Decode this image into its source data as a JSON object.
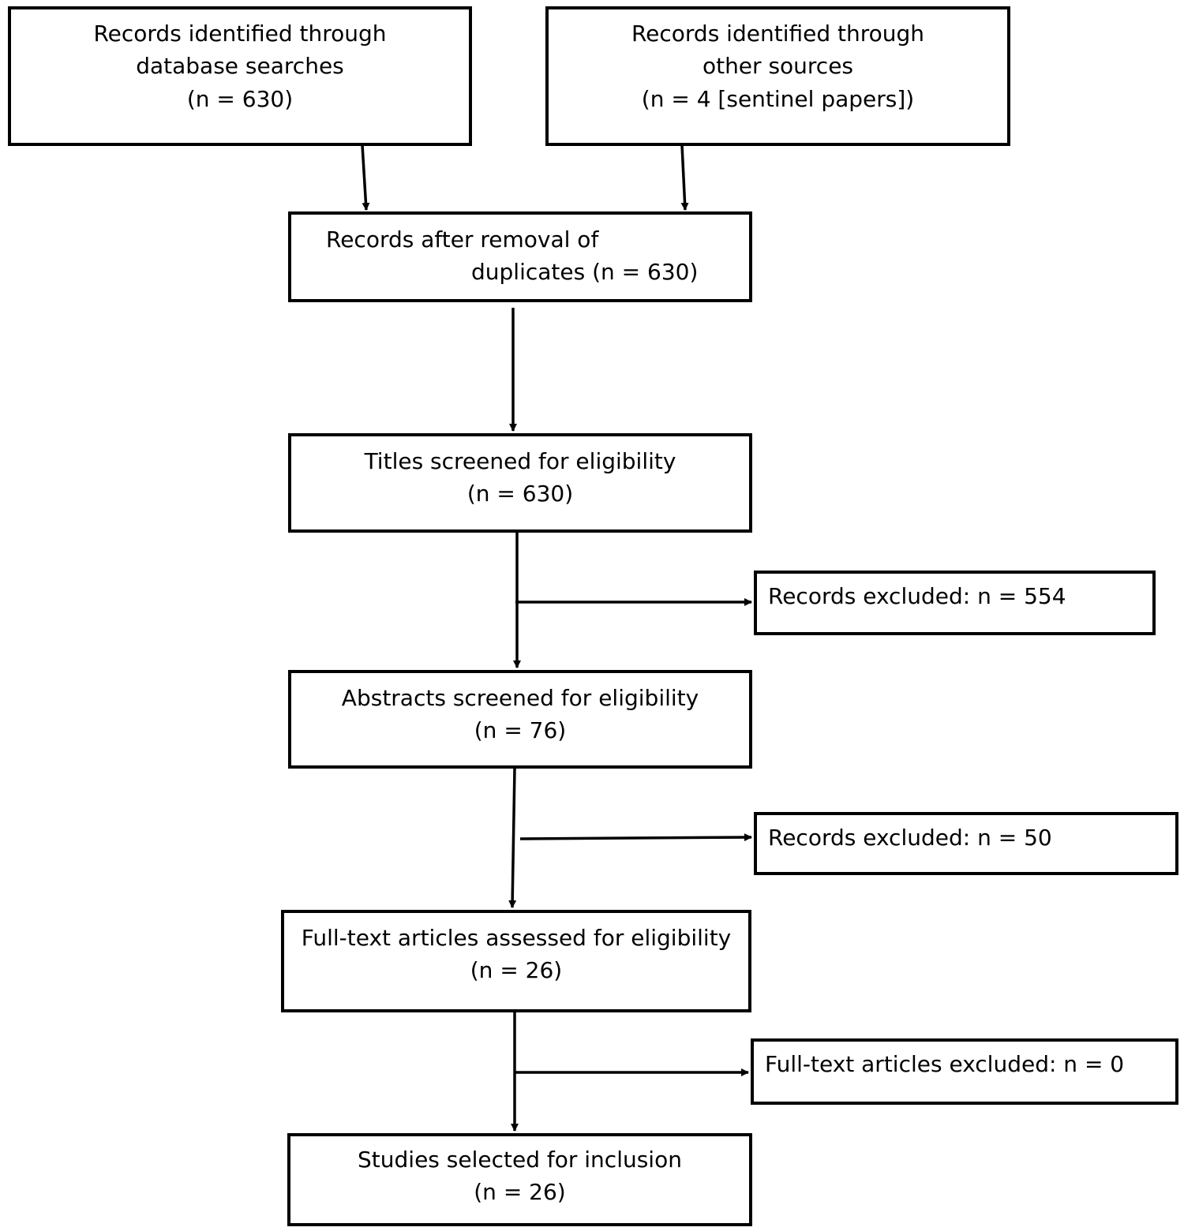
{
  "flow": {
    "database": {
      "line1": "Records identified through",
      "line2": "database searches",
      "line3": "(n = 630)"
    },
    "other_sources": {
      "line1": "Records identified through",
      "line2": "other sources",
      "line3": "(n = 4 [sentinel papers])"
    },
    "dedup": {
      "line1": "Records after removal of",
      "line2": "duplicates (n = 630)"
    },
    "titles": {
      "line1": "Titles screened for eligibility",
      "line2": "(n = 630)"
    },
    "excluded_titles": {
      "text": "Records excluded: n = 554"
    },
    "abstracts": {
      "line1": "Abstracts screened for eligibility",
      "line2": "(n = 76)"
    },
    "excluded_abstracts": {
      "text": "Records excluded: n = 50"
    },
    "fulltext": {
      "line1": "Full-text articles assessed for eligibility",
      "line2": "(n = 26)"
    },
    "excluded_fulltext": {
      "text": "Full-text articles excluded: n = 0"
    },
    "included": {
      "line1": "Studies selected for inclusion",
      "line2": "(n = 26)"
    }
  }
}
